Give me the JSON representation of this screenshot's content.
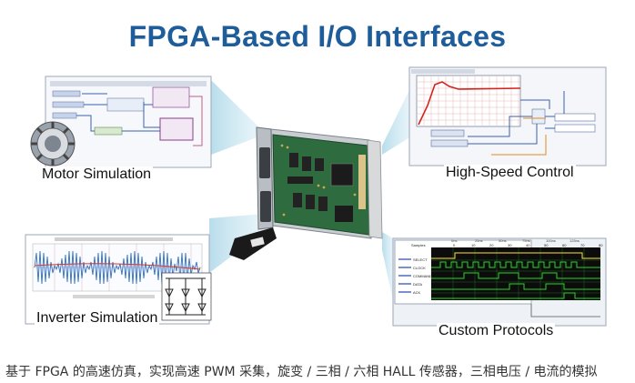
{
  "title": "FPGA-Based I/O Interfaces",
  "labels": {
    "motor": "Motor Simulation",
    "speed": "High-Speed Control",
    "inverter": "Inverter Simulation",
    "custom": "Custom Protocols"
  },
  "caption": "基于 FPGA 的高速仿真，实现高速 PWM 采集，旋变 / 三相 / 六相 HALL 传感器，三相电压 / 电流的模拟",
  "timing": {
    "samples_label": "Samples",
    "signals": [
      "SELECT",
      "CLOCK",
      "COMMAND",
      "DATA",
      "ACK"
    ],
    "ticks": [
      "0",
      "10",
      "20",
      "30",
      "40",
      "50",
      "60",
      "70",
      "80"
    ],
    "time_ticks": [
      "0ns",
      "25ns",
      "50ns",
      "75ns",
      "100ns",
      "125ns"
    ]
  },
  "colors": {
    "title": "#1f5d9a",
    "beam": "#8fc9df",
    "board": "#2e6b3f"
  }
}
